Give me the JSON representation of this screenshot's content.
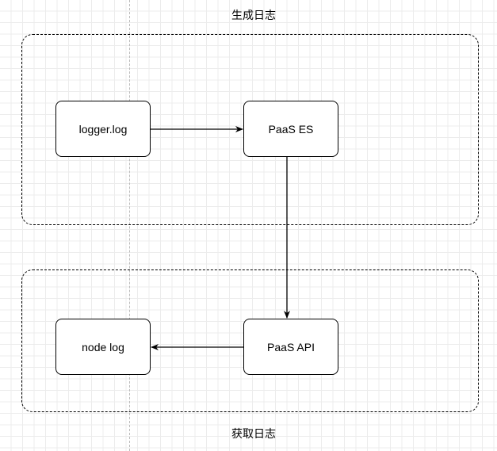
{
  "groups": {
    "generate": {
      "title": "生成日志"
    },
    "fetch": {
      "title": "获取日志"
    }
  },
  "nodes": {
    "logger": "logger.log",
    "es": "PaaS ES",
    "api": "PaaS API",
    "node": "node log"
  }
}
